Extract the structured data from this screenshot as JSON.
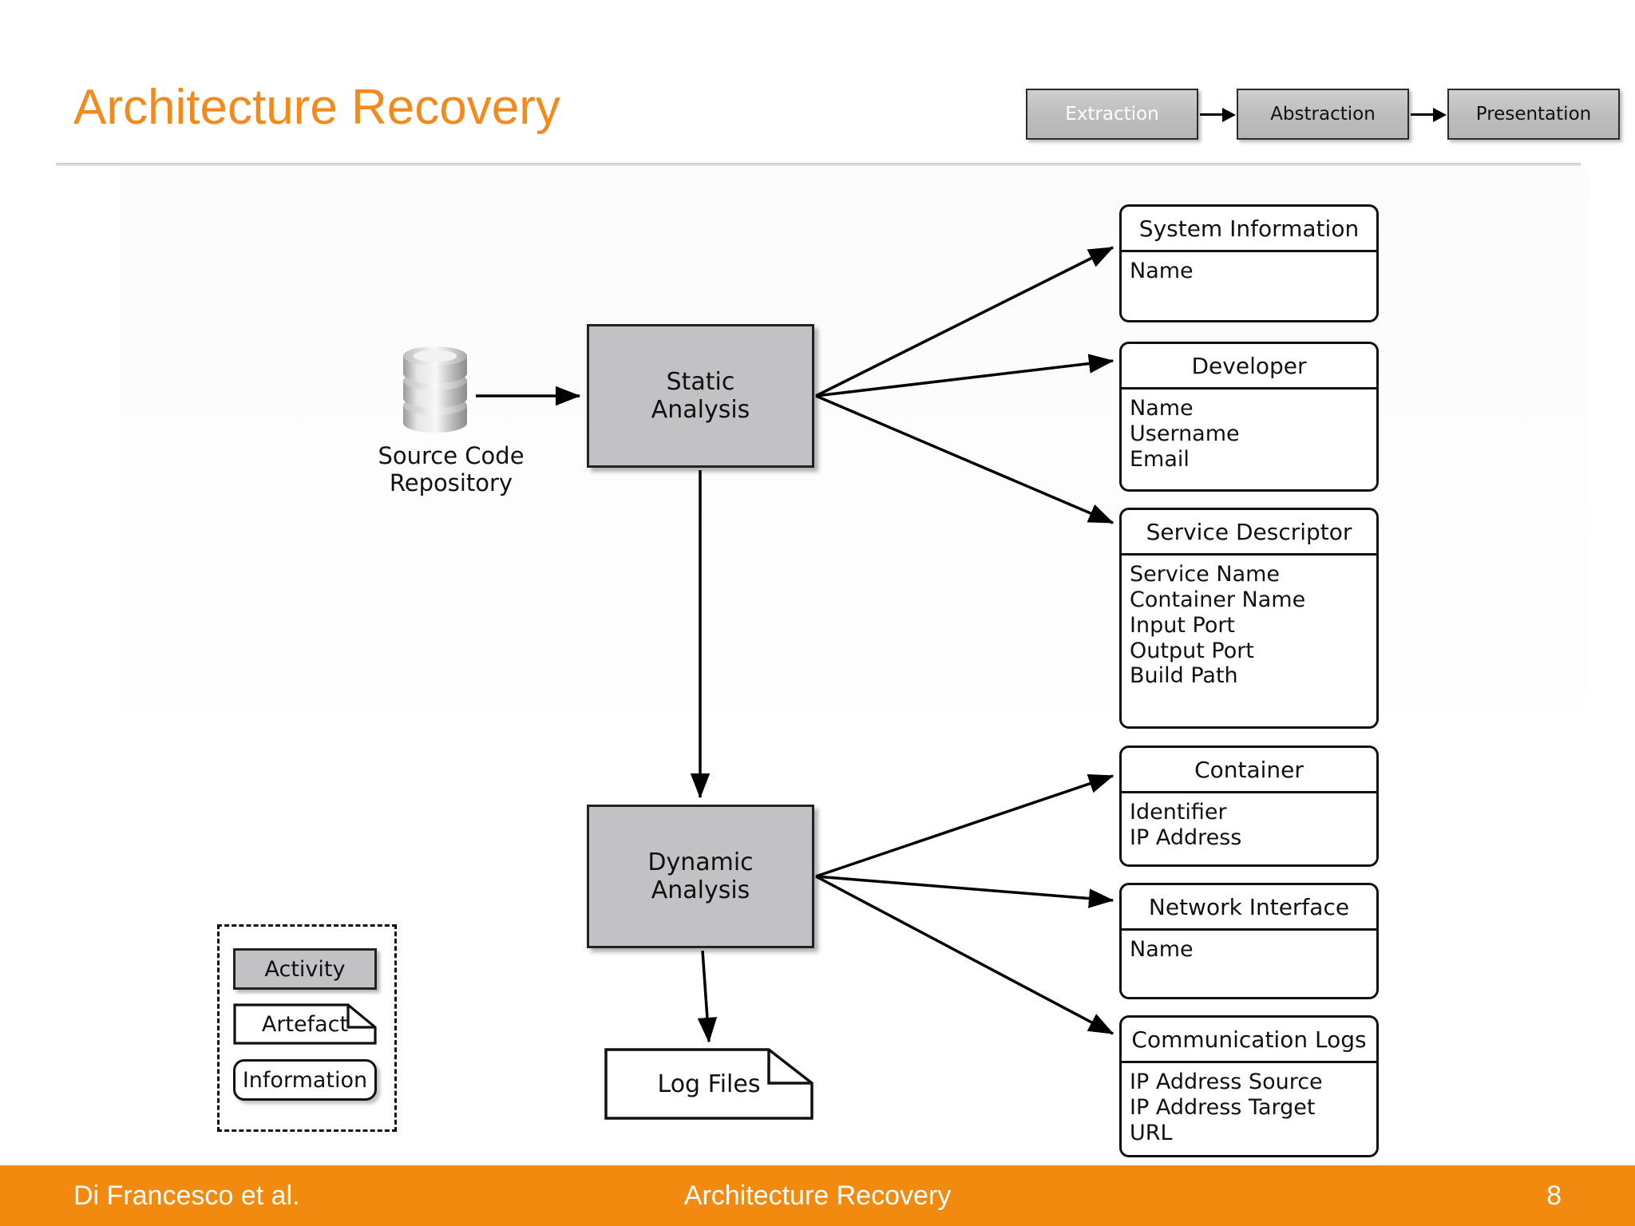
{
  "slide": {
    "title": "Architecture Recovery"
  },
  "phase_flow": {
    "steps": [
      {
        "label": "Extraction",
        "active": true
      },
      {
        "label": "Abstraction",
        "active": false
      },
      {
        "label": "Presentation",
        "active": false
      }
    ]
  },
  "diagram": {
    "source": {
      "label_line1": "Source Code",
      "label_line2": "Repository",
      "icon": "database-cylinder-icon"
    },
    "activities": [
      {
        "id": "static",
        "line1": "Static",
        "line2": "Analysis"
      },
      {
        "id": "dynamic",
        "line1": "Dynamic",
        "line2": "Analysis"
      }
    ],
    "artefacts": [
      {
        "id": "log-files",
        "label": "Log Files"
      }
    ],
    "information": [
      {
        "id": "system-information",
        "title": "System Information",
        "attributes": [
          "Name"
        ]
      },
      {
        "id": "developer",
        "title": "Developer",
        "attributes": [
          "Name",
          "Username",
          "Email"
        ]
      },
      {
        "id": "service-descriptor",
        "title": "Service Descriptor",
        "attributes": [
          "Service Name",
          "Container Name",
          "Input Port",
          "Output Port",
          "Build Path"
        ]
      },
      {
        "id": "container",
        "title": "Container",
        "attributes": [
          "Identifier",
          "IP Address"
        ]
      },
      {
        "id": "network-interface",
        "title": "Network Interface",
        "attributes": [
          "Name"
        ]
      },
      {
        "id": "communication-logs",
        "title": "Communication Logs",
        "attributes": [
          "IP Address Source",
          "IP Address Target",
          "URL"
        ]
      }
    ]
  },
  "legend": {
    "activity_label": "Activity",
    "artefact_label": "Artefact",
    "information_label": "Information"
  },
  "footer": {
    "author": "Di Francesco et al.",
    "center": "Architecture Recovery",
    "page": "8"
  },
  "colors": {
    "accent_orange": "#F28A1E",
    "footer_orange": "#F28A10",
    "activity_gray": "#C2C2C4",
    "outline_black": "#111111"
  }
}
